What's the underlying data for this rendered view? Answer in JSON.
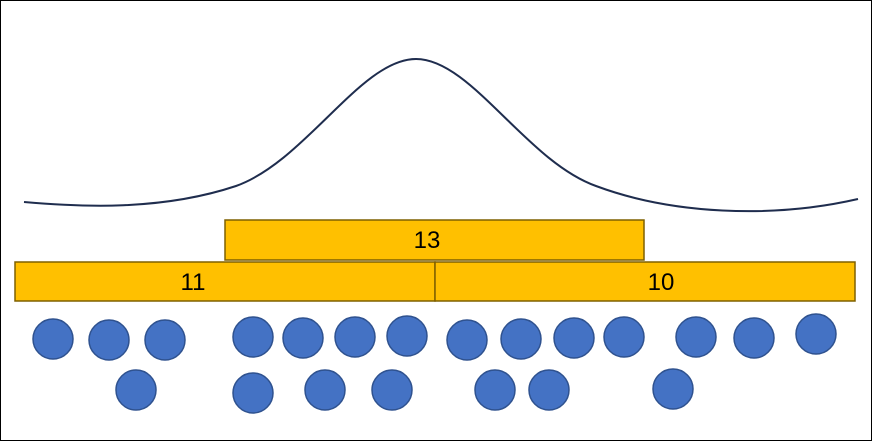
{
  "colors": {
    "bar_fill": "#FFC000",
    "bar_stroke": "#7F6000",
    "curve": "#1F2D4E",
    "circle_fill": "#4472C4",
    "circle_stroke": "#2F528F"
  },
  "bars": {
    "top": {
      "label": "13"
    },
    "bottom_left": {
      "label": "11"
    },
    "bottom_right": {
      "label": "10"
    }
  }
}
